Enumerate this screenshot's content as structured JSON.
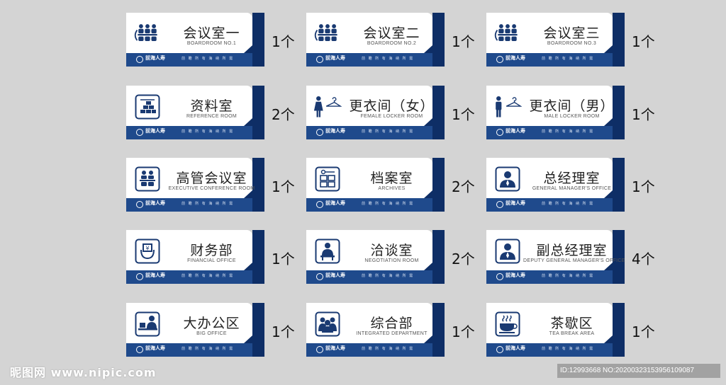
{
  "brand": {
    "logo_text": "前海人寿",
    "slogan": "前 瞻 所 有     海 纳 所 需",
    "colors": {
      "navy": "#0e2e66",
      "blue": "#1f4a8c",
      "sheet": "#d4d4d4"
    }
  },
  "signs": [
    {
      "title": "会议室一",
      "subtitle": "BOARDROOM NO.1",
      "icon": "meeting-room-icon",
      "qty": "1个"
    },
    {
      "title": "会议室二",
      "subtitle": "BOARDROOM NO.2",
      "icon": "meeting-room-icon",
      "qty": "1个"
    },
    {
      "title": "会议室三",
      "subtitle": "BOARDROOM NO.3",
      "icon": "meeting-room-icon",
      "qty": "1个"
    },
    {
      "title": "资料室",
      "subtitle": "REFERENCE ROOM",
      "icon": "reference-room-icon",
      "qty": "2个"
    },
    {
      "title": "更衣间（女）",
      "subtitle": "FEMALE LOCKER ROOM",
      "icon": "female-locker-icon",
      "qty": "1个"
    },
    {
      "title": "更衣间（男）",
      "subtitle": "MALE LOCKER ROOM",
      "icon": "male-locker-icon",
      "qty": "1个"
    },
    {
      "title": "高管会议室",
      "subtitle": "EXECUTIVE CONFERENCE ROOM",
      "icon": "executive-conference-icon",
      "qty": "1个"
    },
    {
      "title": "档案室",
      "subtitle": "ARCHIVES",
      "icon": "archives-icon",
      "qty": "2个"
    },
    {
      "title": "总经理室",
      "subtitle": "GENERAL MANAGER'S OFFICE",
      "icon": "manager-icon",
      "qty": "1个"
    },
    {
      "title": "财务部",
      "subtitle": "FINANCIAL OFFICE",
      "icon": "finance-icon",
      "qty": "1个"
    },
    {
      "title": "洽谈室",
      "subtitle": "NEGOTIATION ROOM",
      "icon": "negotiation-icon",
      "qty": "2个"
    },
    {
      "title": "副总经理室",
      "subtitle": "DEPUTY  GENERAL MANAGER'S OFFICE",
      "icon": "manager-icon",
      "qty": "4个"
    },
    {
      "title": "大办公区",
      "subtitle": "BIG OFFICE",
      "icon": "big-office-icon",
      "qty": "1个"
    },
    {
      "title": "综合部",
      "subtitle": "INTEGRATED DEPARTMENT",
      "icon": "department-icon",
      "qty": "1个"
    },
    {
      "title": "茶歇区",
      "subtitle": "TEA BREAK AREA",
      "icon": "tea-cup-icon",
      "qty": "1个"
    }
  ],
  "watermark": {
    "left": "昵图网 www.nipic.com",
    "right": "ID:12993668 NO:20200323153956109087"
  }
}
